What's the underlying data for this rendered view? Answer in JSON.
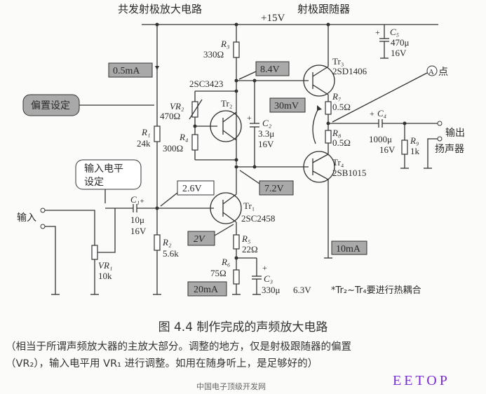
{
  "headings": {
    "ce_amp": "共发射极放大电路",
    "supply": "+15V",
    "emitter_follower": "射极跟随器"
  },
  "components": {
    "R1": {
      "name": "R₁",
      "value": "24k"
    },
    "R2": {
      "name": "R₂",
      "value": "5.6k"
    },
    "R3": {
      "name": "R₃",
      "value": "330Ω"
    },
    "R4": {
      "name": "R₄",
      "value": "300Ω"
    },
    "R5": {
      "name": "R₅",
      "value": "22Ω"
    },
    "R6": {
      "name": "R₆",
      "value": "75Ω"
    },
    "R7": {
      "name": "R₇",
      "value": "0.5Ω"
    },
    "R8": {
      "name": "R₈",
      "value": "0.5Ω"
    },
    "R9": {
      "name": "R₉",
      "value": "1k"
    },
    "VR1": {
      "name": "VR₁",
      "value": "10k"
    },
    "VR2": {
      "name": "VR₂",
      "value": "470Ω"
    },
    "C1": {
      "name": "C₁₊",
      "value": "10μ",
      "voltage": "16V"
    },
    "C2": {
      "name": "C₂",
      "value": "3.3μ",
      "voltage": "16V"
    },
    "C3": {
      "name": "C₃",
      "value": "330μ",
      "voltage": "6.3V"
    },
    "C4": {
      "name": "C₄",
      "value": "1000μ",
      "voltage": "16V"
    },
    "C5": {
      "name": "C₅",
      "value": "470μ",
      "voltage": "16V"
    },
    "Tr1": {
      "name": "Tr₁",
      "part": "2SC2458"
    },
    "Tr2": {
      "name": "Tr₂",
      "part": "2SC3423"
    },
    "Tr3": {
      "name": "Tr₃",
      "part": "2SD1406"
    },
    "Tr4": {
      "name": "Tr₄",
      "part": "2SB1015"
    }
  },
  "annotations": {
    "i_bias": "0.5mA",
    "v_84": "8.4V",
    "v_30mv": "30mV",
    "v_72": "7.2V",
    "v_26": "2.6V",
    "v_2": "2V",
    "i_20": "20mA",
    "i_10": "10mA",
    "bias_setting": "偏置设定",
    "input_level_1": "输入电平",
    "input_level_2": "设定",
    "input": "输入",
    "output_1": "输出",
    "output_2": "扬声器",
    "point_a_letter": "A",
    "point_a": "点",
    "thermal_note": "*Tr₂~Tr₄要进行热耦合"
  },
  "caption": {
    "title": "图 4.4   制作完成的声频放大电路",
    "line1": "（相当于所谓声频放大器的主放大部分。调整的地方，仅是射极跟随器的偏置",
    "line2": "（VR₂），输入电平用 VR₁ 进行调整。如用在随身听上，是足够好的）"
  },
  "watermark": {
    "brand": "EETOP",
    "sub": "中国电子顶级开发网"
  }
}
